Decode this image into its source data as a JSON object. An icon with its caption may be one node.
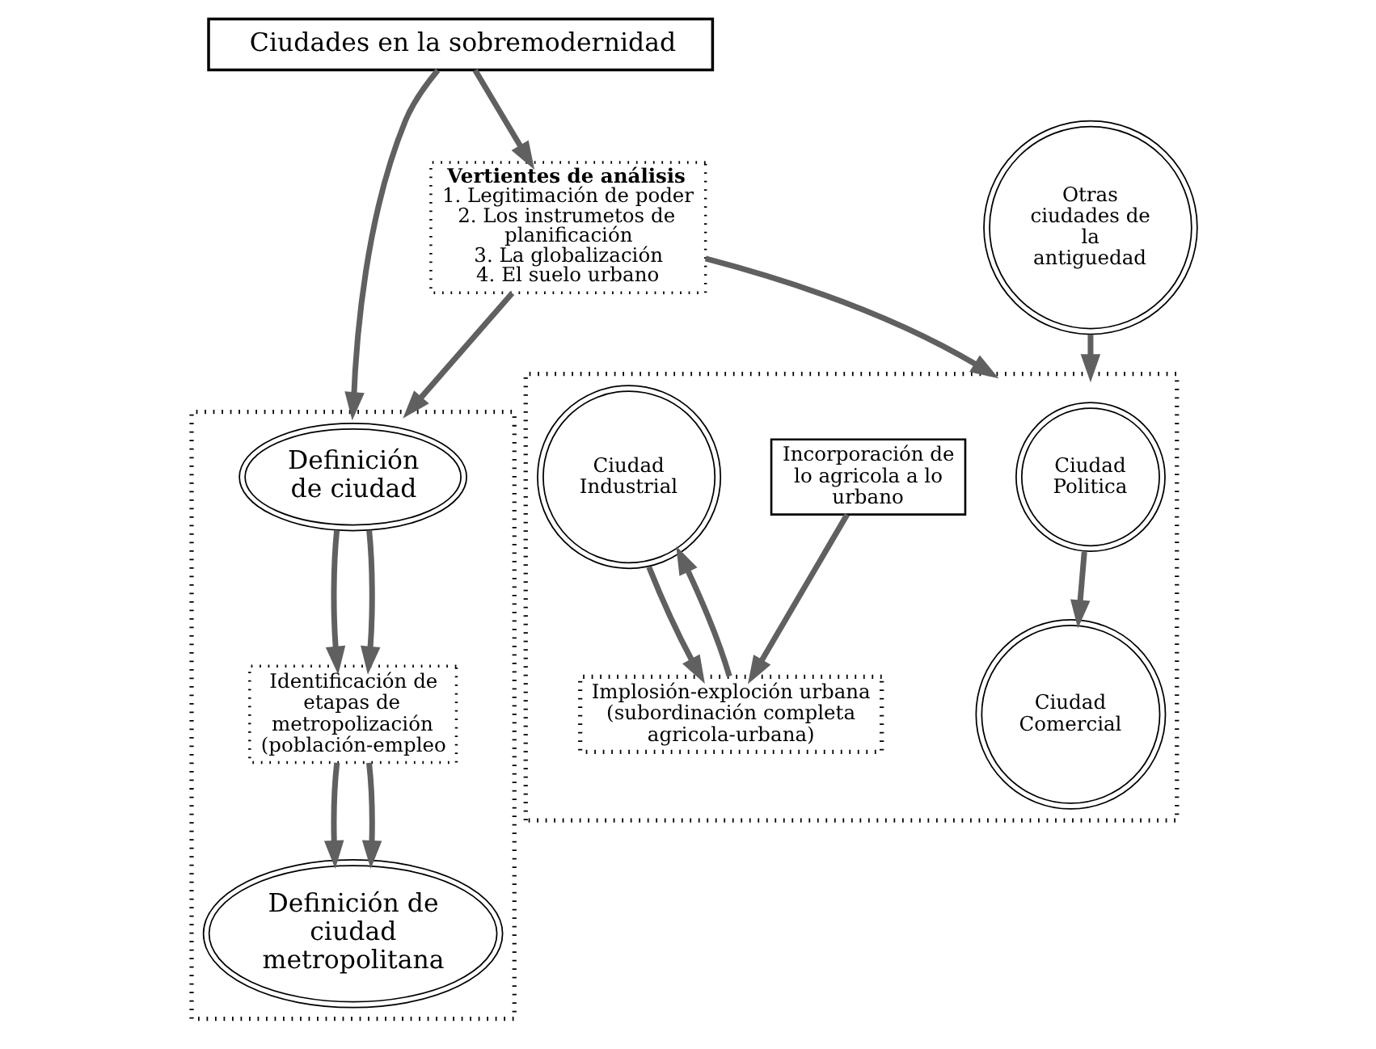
{
  "diagram": {
    "nodes": [
      {
        "text": [
          "Ciudades en la sobremodernidad"
        ]
      },
      {
        "text": [
          "Vertientes de análisis",
          "1. Legitimación de poder",
          "2. Los instrumetos de planificación",
          "3. La globalización",
          "4. El suelo urbano"
        ]
      },
      {
        "text": [],
        "shape": "box"
      },
      {
        "text": [
          "Definición de ciudad"
        ],
        "in": 2
      },
      {
        "text": [
          "Identificación de etapas de metropolización (población-empleo"
        ],
        "in": 2
      },
      {
        "text": [
          "Definición de ciudad metropolitana"
        ],
        "in": 2
      },
      {
        "text": [
          "Otras ciudades de la antiguedad"
        ]
      },
      {
        "text": [],
        "shape": "box"
      },
      {
        "text": [
          "Ciudad Politica"
        ],
        "in": 7
      },
      {
        "text": [
          "Ciudad Comercial"
        ],
        "in": 7
      },
      {
        "text": [
          "Incorporación de lo agricola a lo urbano"
        ],
        "in": 7
      },
      {
        "text": [
          "Ciudad Industrial"
        ],
        "in": 7
      },
      {
        "text": [
          "Implosión-exploción urbana (subordinación completa agricola-urbana)"
        ],
        "in": 7
      }
    ],
    "edges": [
      {
        "from": 0,
        "to": 1,
        "arrow": "to"
      },
      {
        "from": 0,
        "to": 2,
        "arrow": "to"
      },
      {
        "from": 1,
        "to": 2,
        "arrow": "to"
      },
      {
        "from": 1,
        "to": 7,
        "arrow": "to"
      },
      {
        "from": 6,
        "to": 7,
        "arrow": "to"
      },
      {
        "from": 3,
        "to": 4,
        "arrow": "to"
      },
      {
        "from": 3,
        "to": 4,
        "arrow": "to"
      },
      {
        "from": 4,
        "to": 5,
        "arrow": "to"
      },
      {
        "from": 4,
        "to": 5,
        "arrow": "to"
      },
      {
        "from": 8,
        "to": 9,
        "arrow": "to"
      },
      {
        "from": 11,
        "to": 12,
        "arrow": "to"
      },
      {
        "from": 12,
        "to": 11,
        "arrow": "to"
      },
      {
        "from": 10,
        "to": 12,
        "arrow": "to"
      }
    ]
  }
}
